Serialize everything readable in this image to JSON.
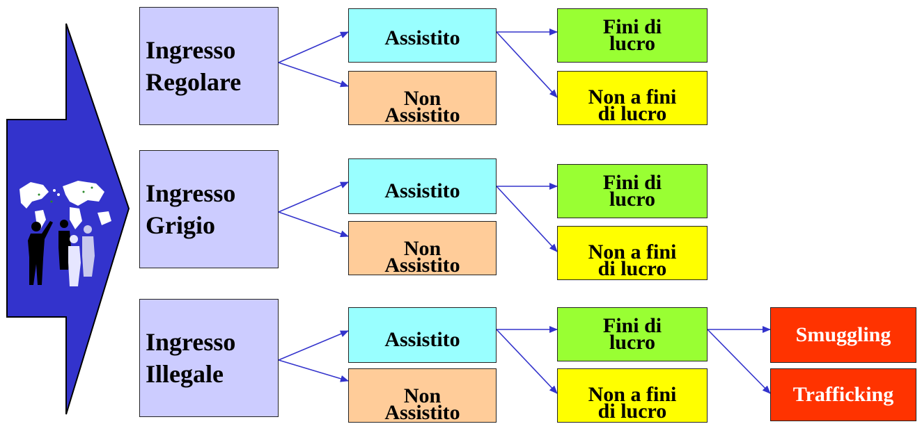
{
  "entries": [
    {
      "entry": [
        "Ingresso",
        "Regolare"
      ],
      "assisted": "Assistito",
      "not_assisted": [
        "Non",
        "Assistito"
      ],
      "profit": [
        "Fini di",
        "lucro"
      ],
      "non_profit": [
        "Non a fini",
        "di lucro"
      ]
    },
    {
      "entry": [
        "Ingresso",
        "Grigio"
      ],
      "assisted": "Assistito",
      "not_assisted": [
        "Non",
        "Assistito"
      ],
      "profit": [
        "Fini di",
        "lucro"
      ],
      "non_profit": [
        "Non a fini",
        "di lucro"
      ]
    },
    {
      "entry": [
        "Ingresso",
        "Illegale"
      ],
      "assisted": "Assistito",
      "not_assisted": [
        "Non",
        "Assistito"
      ],
      "profit": [
        "Fini di",
        "lucro"
      ],
      "non_profit": [
        "Non a fini",
        "di lucro"
      ]
    }
  ],
  "outcomes": [
    "Smuggling",
    "Trafficking"
  ],
  "colors": {
    "big_arrow": "#3333cc",
    "entry_box": "#ccccff",
    "assisted_box": "#99ffff",
    "not_assisted_box": "#ffcc99",
    "profit_box": "#99ff33",
    "non_profit_box": "#ffff00",
    "outcome_box": "#ff3300",
    "connector": "#3333cc"
  },
  "icons": [
    "world-map-icon",
    "people-silhouette-icon"
  ]
}
